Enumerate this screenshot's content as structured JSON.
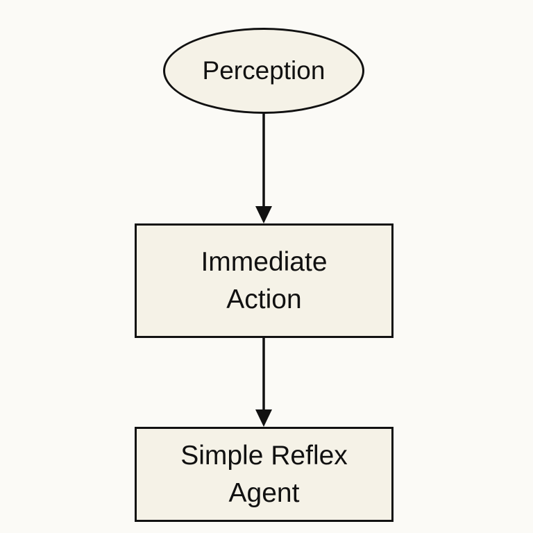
{
  "nodes": {
    "perception": "Perception",
    "immediate_action": "Immediate\nAction",
    "agent": "Simple Reflex\nAgent"
  },
  "colors": {
    "background": "#fbfaf6",
    "node_fill": "#f5f2e7",
    "stroke": "#111111"
  },
  "edges": [
    {
      "from": "perception",
      "to": "immediate_action"
    },
    {
      "from": "immediate_action",
      "to": "agent"
    }
  ]
}
